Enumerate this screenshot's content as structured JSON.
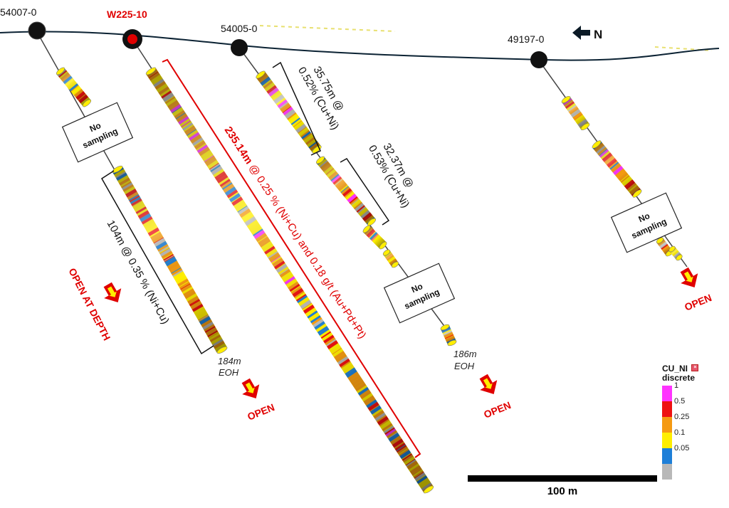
{
  "holes": [
    {
      "id": "54007-0",
      "highlight": false
    },
    {
      "id": "W225-10",
      "highlight": true
    },
    {
      "id": "54005-0",
      "highlight": false
    },
    {
      "id": "49197-0",
      "highlight": false
    }
  ],
  "north_label": "N",
  "no_sampling_text": "No sampling",
  "intercepts": {
    "h1": "104m @ 0.35 % (Ni+Cu)",
    "h2_bold": "235.14m",
    "h2_rest": " @ 0.25 % (Ni+Cu) and 0.18 g/t (Au+Pd+Pt)",
    "h3a_1": "35.75m @",
    "h3a_2": "0.52% (Cu+Ni)",
    "h3b_1": "32.37m @",
    "h3b_2": "0.53% (Cu+Ni)"
  },
  "eoh": {
    "h1_depth": "184m",
    "h3_depth": "186m",
    "suffix": "EOH"
  },
  "open_labels": {
    "depth": "OPEN AT DEPTH",
    "open": "OPEN"
  },
  "legend": {
    "title_1": "CU_NI",
    "title_2": "discrete",
    "items": [
      {
        "value": "1",
        "color": "#ff33ff"
      },
      {
        "value": "0.5",
        "color": "#ee1111"
      },
      {
        "value": "0.25",
        "color": "#f59a12"
      },
      {
        "value": "0.1",
        "color": "#ffee00"
      },
      {
        "value": "0.05",
        "color": "#1e7fd8"
      },
      {
        "value": "",
        "color": "#b8b8b8"
      }
    ]
  },
  "scale_label": "100 m",
  "colors": {
    "hole_red": "#e00000",
    "trace": "#333333",
    "topo": "#0b2233"
  }
}
